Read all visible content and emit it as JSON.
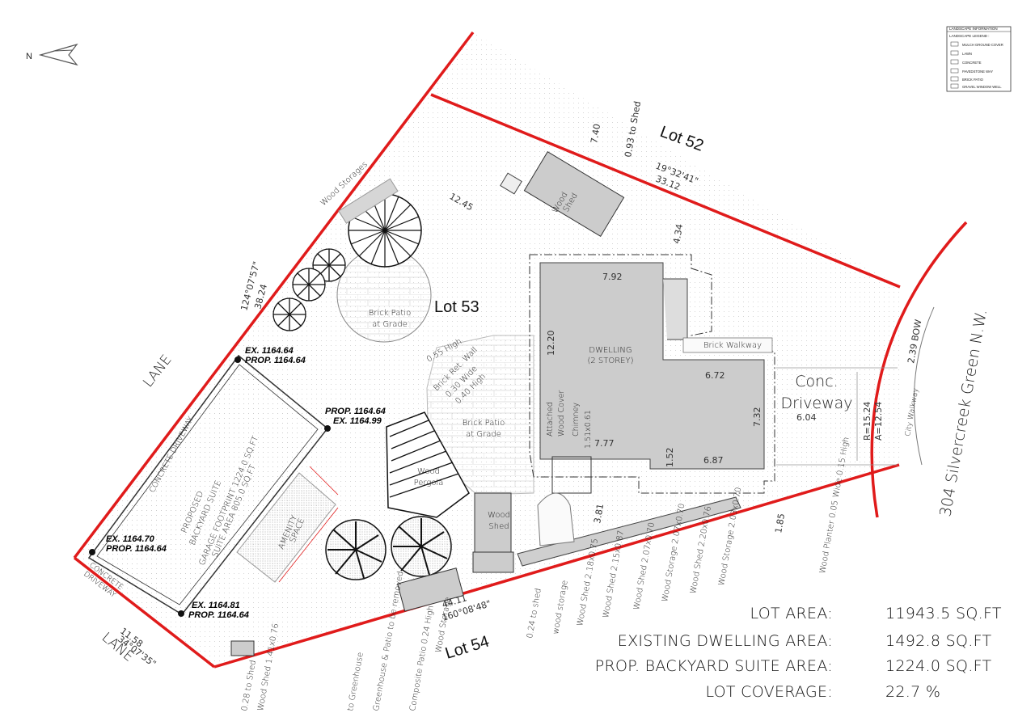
{
  "legend": {
    "title": "LANDSCAPE INFORMATION",
    "header": "LANDSCAPE LEGEND :",
    "items": [
      "MULCH GROUND COVER",
      "LAWN",
      "CONCRETE",
      "PAVEDSTONE WAY",
      "BRICK PATIO",
      "GRAVEL WINDOW WELL"
    ]
  },
  "north_arrow": {
    "label": "N",
    "icon": "north-arrow-icon"
  },
  "labels": {
    "lot52": "Lot 52",
    "lot53": "Lot 53",
    "lot54": "Lot 54",
    "lane_top": "LANE",
    "lane_bottom": "LANE",
    "street": "304 Silvercreek Green N.W.",
    "dwelling": "DWELLING",
    "dwelling_storey": "(2 STOREY)",
    "conc_driveway_1": "Conc.",
    "conc_driveway_2": "Driveway",
    "city_walkway": "City Walkway",
    "brick_walkway": "Brick Walkway",
    "brick_patio_1_a": "Brick Patio",
    "brick_patio_1_b": "at Grade",
    "brick_patio_2_a": "Brick Patio",
    "brick_patio_2_b": "at Grade",
    "wood_shed_top_a": "Wood",
    "wood_shed_top_b": "Shed",
    "wood_shed_bot_a": "Wood",
    "wood_shed_bot_b": "Shed",
    "wood_pergola_a": "Wood",
    "wood_pergola_b": "Pergola",
    "wood_storages": "Wood Storages",
    "attached_wood_cover_a": "Attached",
    "attached_wood_cover_b": "Wood Cover",
    "chimney_a": "Chimney",
    "chimney_b": "1.51x0.61",
    "ret_wall_a": "0.55 High",
    "ret_wall_b": "Brick Ret. Wall",
    "ret_wall_c": "0.30 Wide",
    "ret_wall_d": "0.40 High",
    "proposed_a": "PROPOSED",
    "proposed_b": "BACKYARD SUITE",
    "proposed_c": "GARAGE FOOTPRINT 1224.0 SQ.FT",
    "proposed_d": "SUITE AREA 805.0 SQ.FT",
    "amenity_a": "AMENITY",
    "amenity_b": "SPACE",
    "concrete_driveway_top": "CONCRETE DRIVEWAY",
    "concrete_driveway_bot_a": "CONCRETE",
    "concrete_driveway_bot_b": "DRIVEWAY"
  },
  "elevations": {
    "ex_top": "EX. 1164.64",
    "prop_top": "PROP. 1164.64",
    "prop_right": "PROP. 1164.64",
    "ex_right": "EX. 1164.99",
    "ex_left": "EX. 1164.70",
    "prop_left": "PROP. 1164.64",
    "ex_bottom": "EX. 1164.81",
    "prop_bottom": "PROP. 1164.64"
  },
  "dimensions": {
    "d_740": "7.40",
    "d_093": "0.93 to Shed",
    "bearing_top": "19°32'41\"",
    "d_3312": "33.12",
    "d_1245": "12.45",
    "d_434": "4.34",
    "bearing_left": "124°07'57\"",
    "d_3824": "38.24",
    "d_792": "7.92",
    "d_1220": "12.20",
    "d_672": "6.72",
    "d_732": "7.32",
    "d_687": "6.87",
    "d_777": "7.77",
    "d_152": "1.52",
    "d_604": "6.04",
    "d_r": "R=15.24",
    "d_a": "A=12.54",
    "d_239": "2.39 BOW",
    "d_4411": "44.11",
    "bearing_bottom": "160°08'48\"",
    "d_1158": "11.58",
    "bearing_bl": "34°07'35\"",
    "d_185": "1.85",
    "d_381": "3.81"
  },
  "bottom_callouts": [
    "0.28 to Shed",
    "Wood Shed 1.41x0.76",
    "to Greenhouse",
    "Greenhouse & Patio to be removed",
    "Composite Patio 0.24 High",
    "Wood Storage",
    "0.24 to shed",
    "wood storage",
    "Wood Shed 2.18x0.75",
    "Wood Shed 2.15x0.87",
    "Wood Shed 2.07x0.70",
    "Wood Storage 2.07x0.70",
    "Wood Shed 2.20x0.76",
    "Wood Storage 2.03x0.70",
    "Wood Planter 0.05 Wide 0.15 High"
  ],
  "summary": [
    {
      "label": "LOT AREA:",
      "value": "11943.5 SQ.FT"
    },
    {
      "label": "EXISTING DWELLING AREA:",
      "value": "1492.8 SQ.FT"
    },
    {
      "label": "PROP. BACKYARD SUITE AREA:",
      "value": "1224.0 SQ.FT"
    },
    {
      "label": "LOT COVERAGE:",
      "value": "22.7 %"
    }
  ],
  "colors": {
    "property_line": "#e01b1b",
    "building_fill": "#cccccc",
    "text": "#222222"
  }
}
